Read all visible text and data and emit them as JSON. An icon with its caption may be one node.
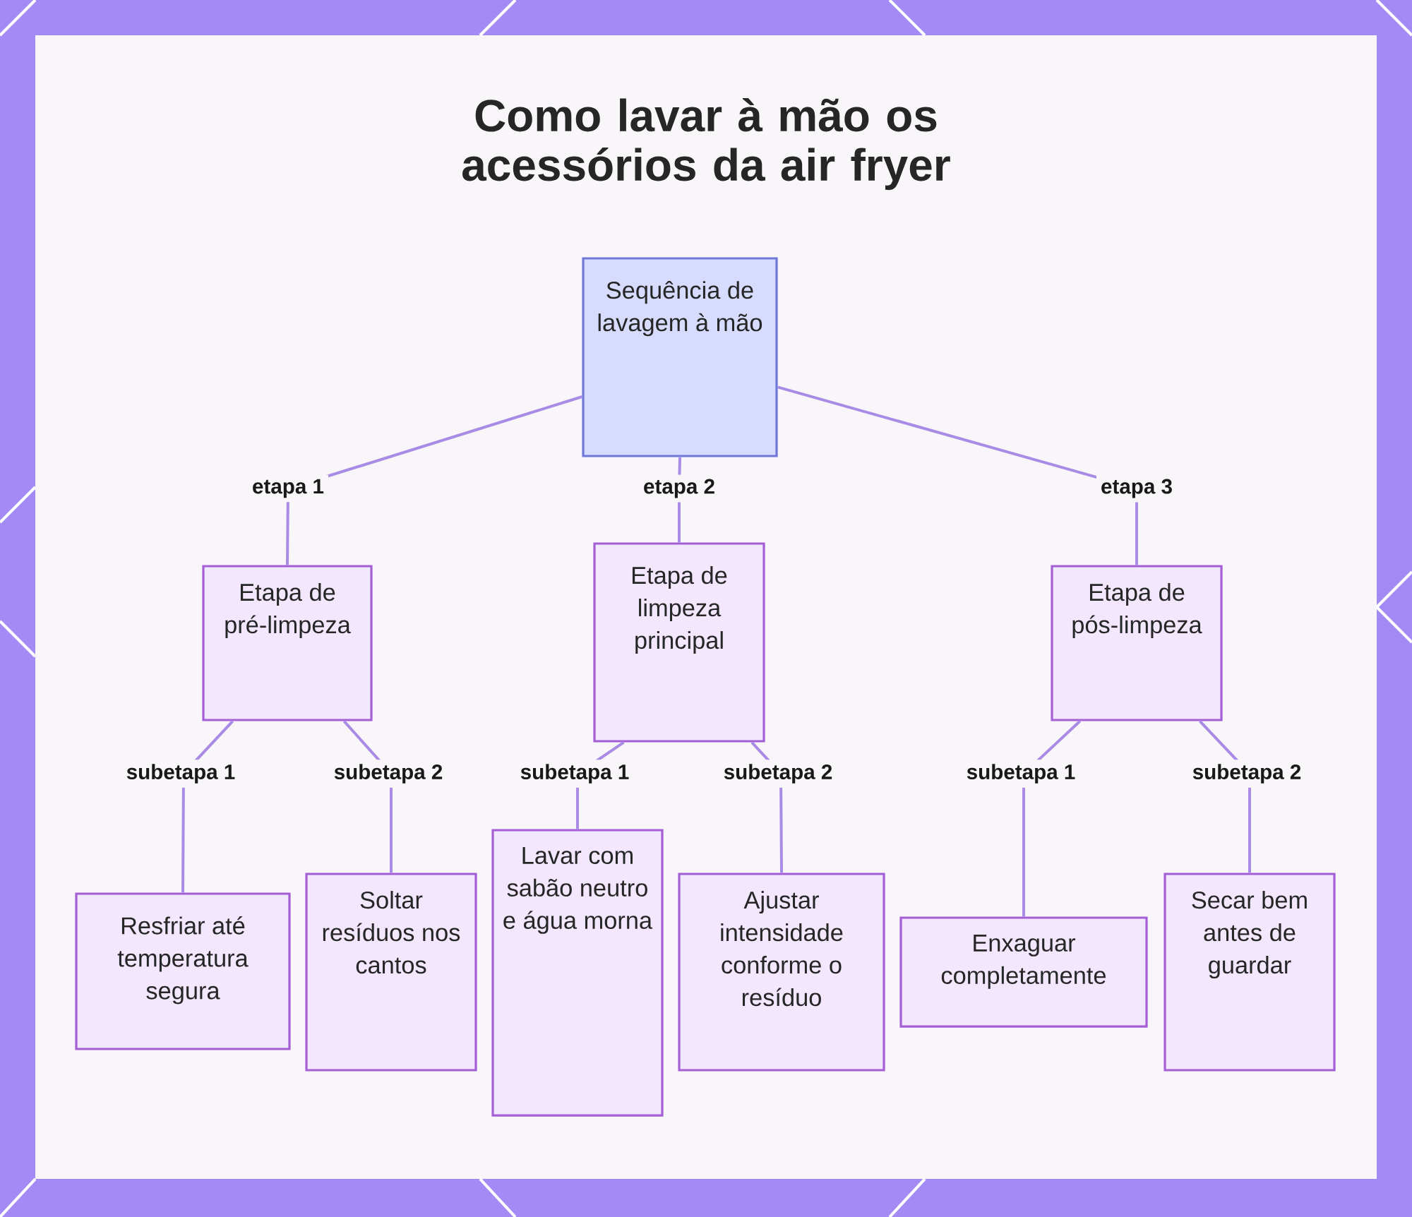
{
  "diagram": {
    "title": "Como lavar à mão os acessórios da air fryer",
    "nodes": [
      {
        "text": [
          "Sequência de lavagem à mão"
        ]
      },
      {
        "text": [
          "Etapa de pré-limpeza"
        ]
      },
      {
        "text": [
          "Etapa de limpeza principal"
        ]
      },
      {
        "text": [
          "Etapa de pós-limpeza"
        ]
      },
      {
        "text": [
          "Resfriar até temperatura segura"
        ]
      },
      {
        "text": [
          "Soltar resíduos nos cantos"
        ]
      },
      {
        "text": [
          "Lavar com sabão neutro e água morna"
        ]
      },
      {
        "text": [
          "Ajustar intensidade conforme o resíduo"
        ]
      },
      {
        "text": [
          "Enxaguar completamente"
        ]
      },
      {
        "text": [
          "Secar bem antes de guardar"
        ]
      }
    ],
    "edges": [
      {
        "from": 0,
        "to": 1,
        "arrow": "none",
        "label": "etapa 1"
      },
      {
        "from": 0,
        "to": 2,
        "arrow": "none",
        "label": "etapa 2"
      },
      {
        "from": 0,
        "to": 3,
        "arrow": "none",
        "label": "etapa 3"
      },
      {
        "from": 1,
        "to": 4,
        "arrow": "none",
        "label": "subetapa 1"
      },
      {
        "from": 1,
        "to": 5,
        "arrow": "none",
        "label": "subetapa 2"
      },
      {
        "from": 2,
        "to": 6,
        "arrow": "none",
        "label": "subetapa 1"
      },
      {
        "from": 2,
        "to": 7,
        "arrow": "none",
        "label": "subetapa 2"
      },
      {
        "from": 3,
        "to": 8,
        "arrow": "none",
        "label": "subetapa 1"
      },
      {
        "from": 3,
        "to": 9,
        "arrow": "none",
        "label": "subetapa 2"
      }
    ]
  }
}
